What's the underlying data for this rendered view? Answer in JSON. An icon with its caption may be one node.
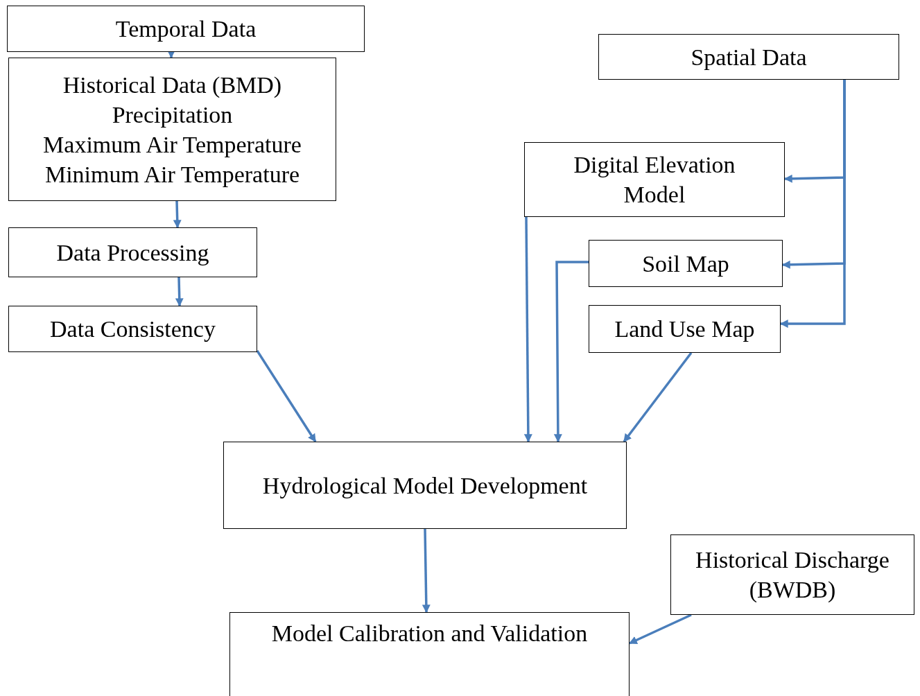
{
  "diagram": {
    "nodes": [
      {
        "text": [
          "Temporal Data"
        ]
      },
      {
        "text": [
          "Historical Data (BMD)",
          "Precipitation",
          "Maximum Air Temperature",
          "Minimum Air Temperature"
        ]
      },
      {
        "text": [
          "Data Processing"
        ]
      },
      {
        "text": [
          "Data Consistency"
        ]
      },
      {
        "text": [
          "Spatial Data"
        ]
      },
      {
        "text": [
          "Digital Elevation Model"
        ]
      },
      {
        "text": [
          "Soil Map"
        ]
      },
      {
        "text": [
          "Land Use Map"
        ]
      },
      {
        "text": [
          "Hydrological Model Development"
        ]
      },
      {
        "text": [
          "Model Calibration and Validation"
        ]
      },
      {
        "text": [
          "Historical Discharge (BWDB)"
        ]
      }
    ],
    "edges": [
      {
        "from": 0,
        "to": 1,
        "arrow": "to"
      },
      {
        "from": 1,
        "to": 2,
        "arrow": "to"
      },
      {
        "from": 2,
        "to": 3,
        "arrow": "to"
      },
      {
        "from": 3,
        "to": 8,
        "arrow": "to"
      },
      {
        "from": 4,
        "to": 5,
        "arrow": "to"
      },
      {
        "from": 4,
        "to": 6,
        "arrow": "to"
      },
      {
        "from": 4,
        "to": 7,
        "arrow": "to"
      },
      {
        "from": 5,
        "to": 8,
        "arrow": "to"
      },
      {
        "from": 6,
        "to": 8,
        "arrow": "to"
      },
      {
        "from": 7,
        "to": 8,
        "arrow": "to"
      },
      {
        "from": 8,
        "to": 9,
        "arrow": "to"
      },
      {
        "from": 10,
        "to": 9,
        "arrow": "to"
      }
    ]
  }
}
